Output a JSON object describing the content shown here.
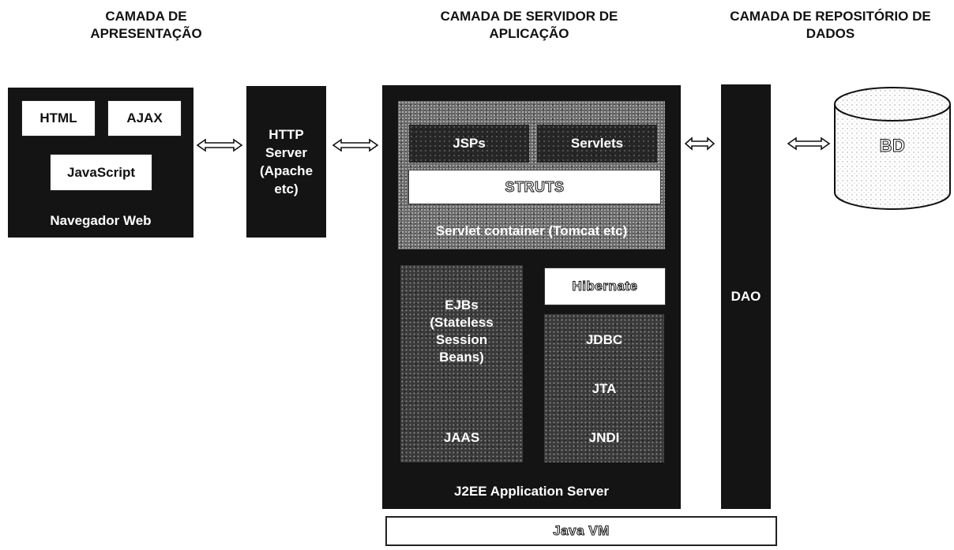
{
  "headers": {
    "presentation": "CAMADA DE\nAPRESENTAÇÃO",
    "app_server": "CAMADA DE SERVIDOR DE\nAPLICAÇÃO",
    "data_repo": "CAMADA DE REPOSITÓRIO DE\nDADOS"
  },
  "browser": {
    "html": "HTML",
    "ajax": "AJAX",
    "javascript": "JavaScript",
    "label": "Navegador Web"
  },
  "http_server": {
    "label": "HTTP\nServer\n(Apache\netc)"
  },
  "servlet_container": {
    "jsps": "JSPs",
    "servlets": "Servlets",
    "struts": "STRUTS",
    "label": "Servlet container (Tomcat etc)"
  },
  "ejb": {
    "label": "EJBs\n(Stateless\nSession\nBeans)",
    "jaas": "JAAS"
  },
  "persistence": {
    "hibernate": "Hibernate",
    "jdbc": "JDBC",
    "jta": "JTA",
    "jndi": "JNDI"
  },
  "app_server": {
    "label": "J2EE Application Server"
  },
  "java_vm": {
    "label": "Java VM"
  },
  "dao": {
    "label": "DAO"
  },
  "database": {
    "label": "BD"
  }
}
